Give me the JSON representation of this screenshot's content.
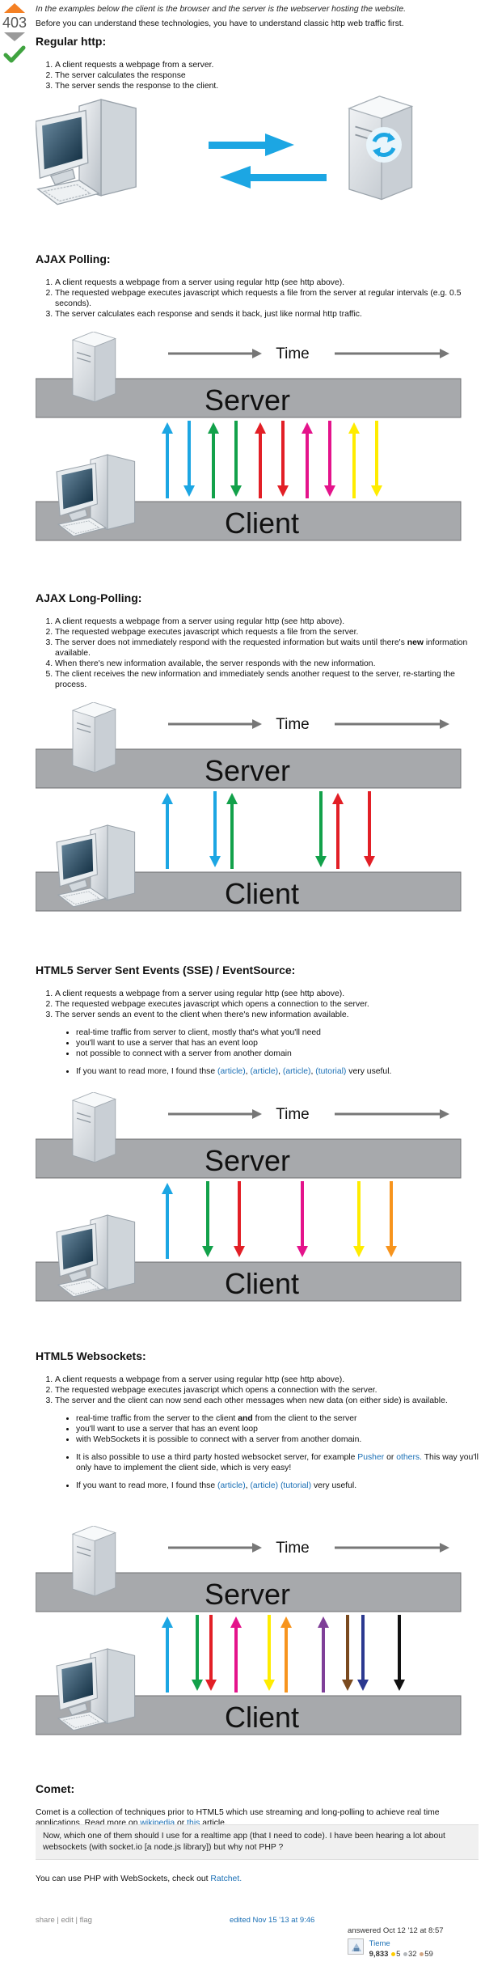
{
  "vote": {
    "count": "403"
  },
  "intro": "In the examples below the client is the browser and the server is the webserver hosting the website.",
  "before_text": "Before you can understand these technologies, you have to understand classic http web traffic first.",
  "labels": {
    "server": "Server",
    "client": "Client",
    "time": "Time"
  },
  "sections": {
    "regular": {
      "title": "Regular http:",
      "items": [
        "A client requests a webpage from a server.",
        "The server calculates the response",
        "The server sends the response to the client."
      ]
    },
    "polling": {
      "title": "AJAX Polling:",
      "items": [
        "A client requests a webpage from a server using regular http (see http above).",
        "The requested webpage executes javascript which requests a file from the server at regular intervals (e.g. 0.5 seconds).",
        "The server calculates each response and sends it back, just like normal http traffic."
      ]
    },
    "longpoll": {
      "title": "AJAX Long-Polling:",
      "items": [
        "A client requests a webpage from a server using regular http (see http above).",
        "The requested webpage executes javascript which requests a file from the server.",
        "The server does not immediately respond with the requested information but waits until there's",
        "When there's new information available, the server responds with the new information.",
        "The client receives the new information and immediately sends another request to the server, re-starting the process."
      ],
      "item3_bold": "new",
      "item3_tail": "information available."
    },
    "sse": {
      "title": "HTML5 Server Sent Events (SSE) / EventSource:",
      "items": [
        "A client requests a webpage from a server using regular http (see http above).",
        "The requested webpage executes javascript which opens a connection to the server.",
        "The server sends an event to the client when there's new information available."
      ],
      "bullets": [
        "real-time traffic from server to client, mostly that's what you'll need",
        "you'll want to use a server that has an event loop",
        "not possible to connect with a server from another domain"
      ],
      "readmore_pre": "If you want to read more, I found thse",
      "links": [
        "(article)",
        "(article)",
        "(article)",
        "(tutorial)"
      ],
      "readmore_post": "very useful."
    },
    "ws": {
      "title": "HTML5 Websockets:",
      "items": [
        "A client requests a webpage from a server using regular http (see http above).",
        "The requested webpage executes javascript which opens a connection with the server.",
        "The server and the client can now send each other messages when new data (on either side) is available."
      ],
      "bullet1_pre": "real-time traffic from the server to the client",
      "bullet1_bold": "and",
      "bullet1_post": "from the client to the server",
      "bullets": [
        "you'll want to use a server that has an event loop",
        "with WebSockets it is possible to connect with a server from another domain."
      ],
      "third_party_pre": "It is also possible to use a third party hosted websocket server, for example",
      "pusher": "Pusher",
      "or": "or",
      "others": "others.",
      "third_party_post": "This way you'll only have to implement the client side, which is very easy!",
      "readmore_pre": "If you want to read more, I found thse",
      "links": [
        "(article)",
        "(article)",
        "(tutorial)"
      ],
      "readmore_post": "very useful."
    },
    "comet": {
      "title": "Comet:",
      "text": "Comet is a collection of techniques prior to HTML5 which use streaming and long-polling to achieve real time applications. Read more on",
      "wikipedia": "wikipedia",
      "or": "or",
      "this": "this",
      "article": "article."
    }
  },
  "comment": {
    "text": "Now, which one of them should I use for a realtime app (that I need to code). I have been hearing a lot about websockets (with socket.io [a node.js library]) but why not PHP ?",
    "answer_pre": "You can use PHP with WebSockets, check out",
    "ratchet": "Ratchet."
  },
  "footer": {
    "share": "share",
    "edit": "edit",
    "flag": "flag",
    "edited": "edited Nov 15 '13 at 9:46",
    "answered": "answered Oct 12 '12 at 8:57",
    "user": "Tieme",
    "rep": "9,833",
    "gold": "5",
    "silver": "32",
    "bronze": "59"
  },
  "colors": {
    "accent_link": "#1a6fb5",
    "vote_up": "#f48024",
    "accepted": "#3fa33f",
    "bar": "#a7a9ac",
    "arrow_blue": "#1ca6e3"
  }
}
